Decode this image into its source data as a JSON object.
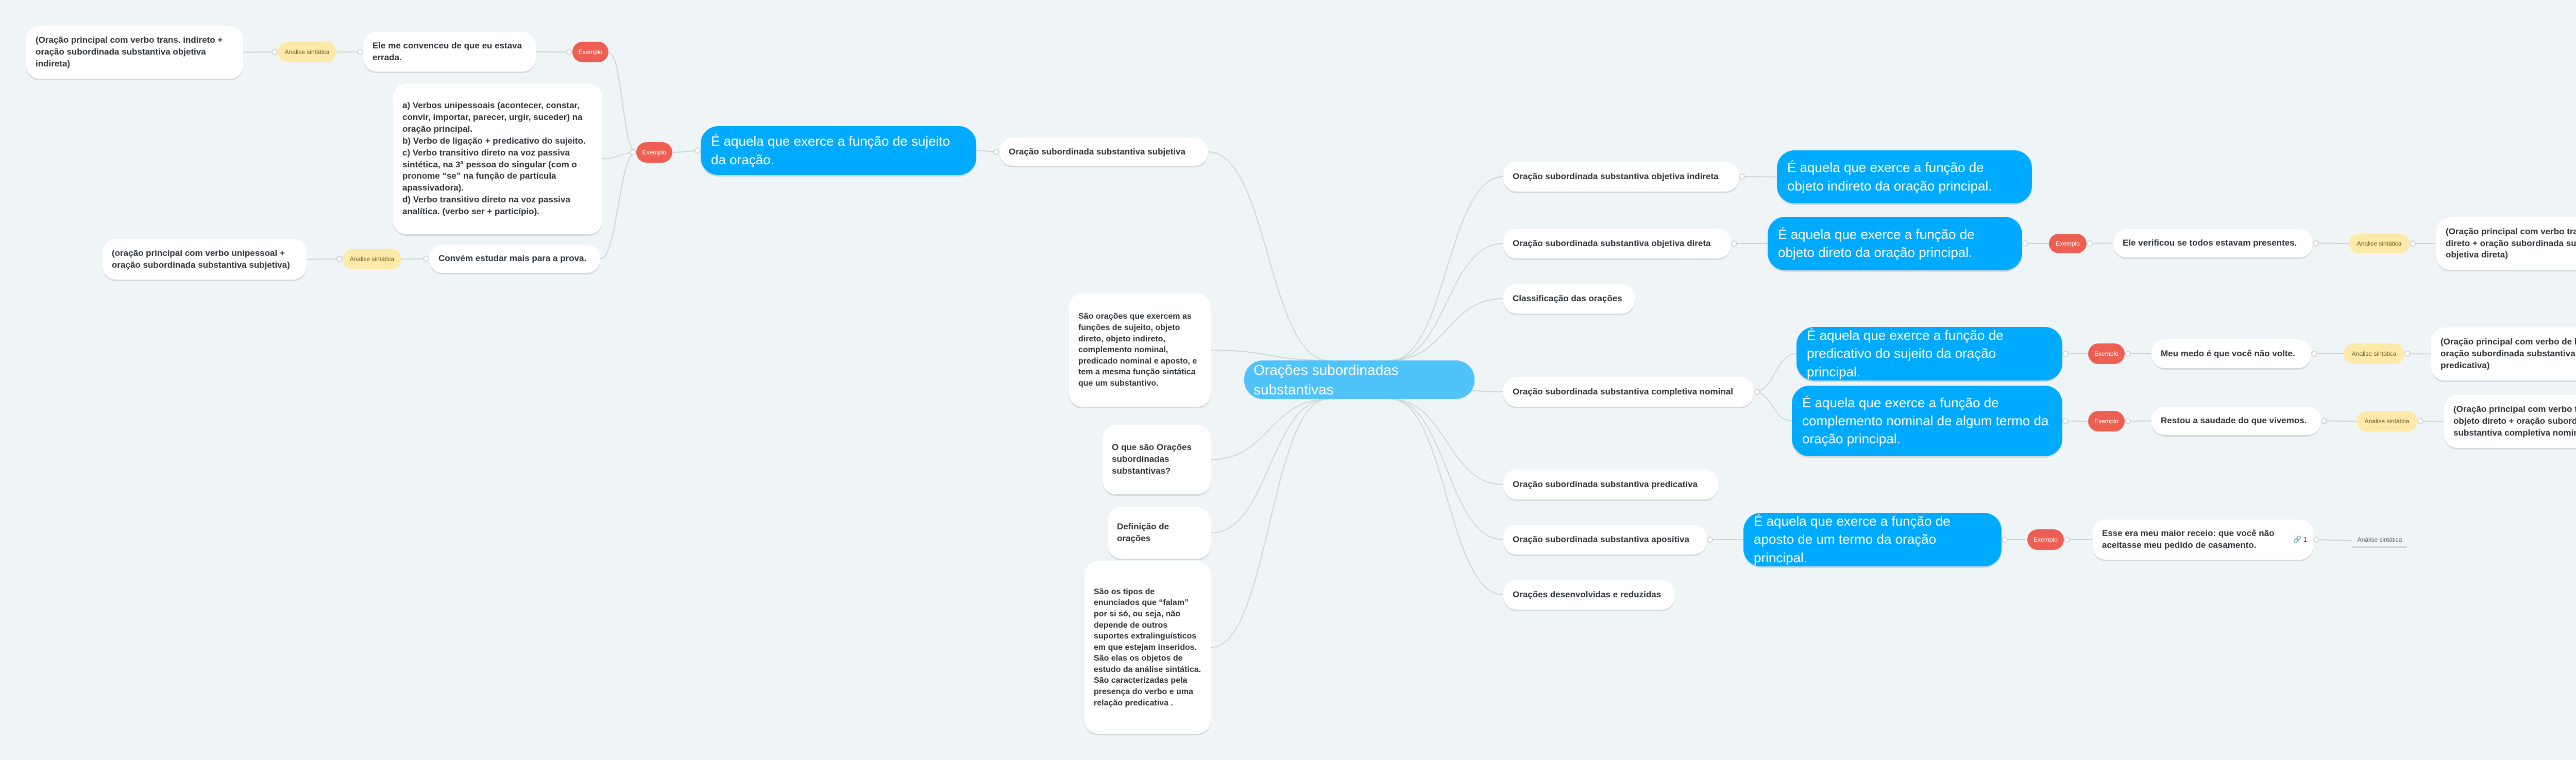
{
  "colors": {
    "center": "#50c3fb",
    "definition": "#00aaff",
    "example": "#ec5f52",
    "analysis": "#fde9a8",
    "background": "#eff4f7"
  },
  "center": "Orações subordinadas substantivas",
  "left": {
    "note_definition": "São orações que exercem as funções de sujeito, objeto direto, objeto indireto, complemento nominal, predicado nominal e aposto, e tem a mesma função sintática que um substantivo.",
    "question": "O que são Orações subordinadas substantivas?",
    "definition_label": "Definição de orações",
    "note_types": "São os tipos de enunciados que “falam” por si só, ou seja, não depende de outros suportes extralinguísticos em que estejam inseridos. São elas os objetos de estudo da análise sintática. São caracterizadas pela presença do verbo  e uma relação predicativa ."
  },
  "subjetiva": {
    "label": "Oração subordinada substantiva subjetiva",
    "definition": "É aquela que exerce a função de sujeito da oração.",
    "example_tag": "Exemplo",
    "example_tag_top": "Exemplo",
    "example_top": "Ele me convenceu de que eu estava errada.",
    "analysis_tag_top": "Analise sintática",
    "analysis_top": "(Oração principal com verbo trans. indireto + oração subordinada substantiva objetiva indireta)",
    "cases": "a) Verbos unipessoais (acontecer, constar, convir, importar, parecer, urgir, suceder) na oração principal.\nb) Verbo de ligação + predicativo do sujeito.\nc) Verbo transitivo direto na voz passiva sintética, na 3ª pessoa do singular (com o pronome “se” na função de partícula apassivadora).\nd) Verbo transitivo direto na voz passiva analítica. (verbo ser + particípio).",
    "example_bottom": "Convém estudar mais para a prova.",
    "analysis_tag_bottom": "Analise sintática",
    "analysis_bottom": "(oração principal com verbo unipessoal + oração subordinada substantiva subjetiva)"
  },
  "objetiva_indireta": {
    "label": "Oração subordinada substantiva objetiva indireta",
    "definition": "É aquela que exerce a função de objeto indireto da oração principal."
  },
  "objetiva_direta": {
    "label": "Oração subordinada substantiva objetiva direta",
    "definition": "É aquela que exerce a função de objeto direto da oração principal.",
    "example_tag": "Exemplo",
    "example": "Ele verificou se todos estavam presentes.",
    "analysis_tag": "Analise sintática",
    "analysis": "(Oração principal com verbo transitivo direto + oração subordinada substantiva objetiva direta)"
  },
  "classificacao": "Classificação das orações",
  "completiva_nominal": {
    "label": "Oração subordinada substantiva completiva nominal",
    "definition_1": "É aquela que exerce a função de predicativo do sujeito da oração principal.",
    "example_tag_1": "Exemplo",
    "example_1": "Meu medo é que você não volte.",
    "analysis_tag_1": "Analise sintática",
    "analysis_1": "(Oração principal com verbo de ligação + oração subordinada substantiva predicativa)",
    "definition_2": "É aquela que exerce a função de complemento nominal de algum termo da oração principal.",
    "example_tag_2": "Exemplo",
    "example_2": "Restou a saudade do que vivemos.",
    "analysis_tag_2": "Analise sintática",
    "analysis_2": "(Oração principal com verbo trans. direto + objeto direto + oração subordinada substantiva completiva nominal)"
  },
  "predicativa": "Oração subordinada substantiva predicativa",
  "apositiva": {
    "label": "Oração subordinada substantiva apositiva",
    "definition": "É aquela que exerce a função de aposto de um termo da oração principal.",
    "example_tag": "Exemplo",
    "example": "Esse era meu maior receio: que você não aceitasse meu pedido de casamento.",
    "link_count": "1",
    "link_icon": "link-icon",
    "analysis_tag": "Análise sintática"
  },
  "desenvolvidas": "Orações desenvolvidas e reduzidas"
}
